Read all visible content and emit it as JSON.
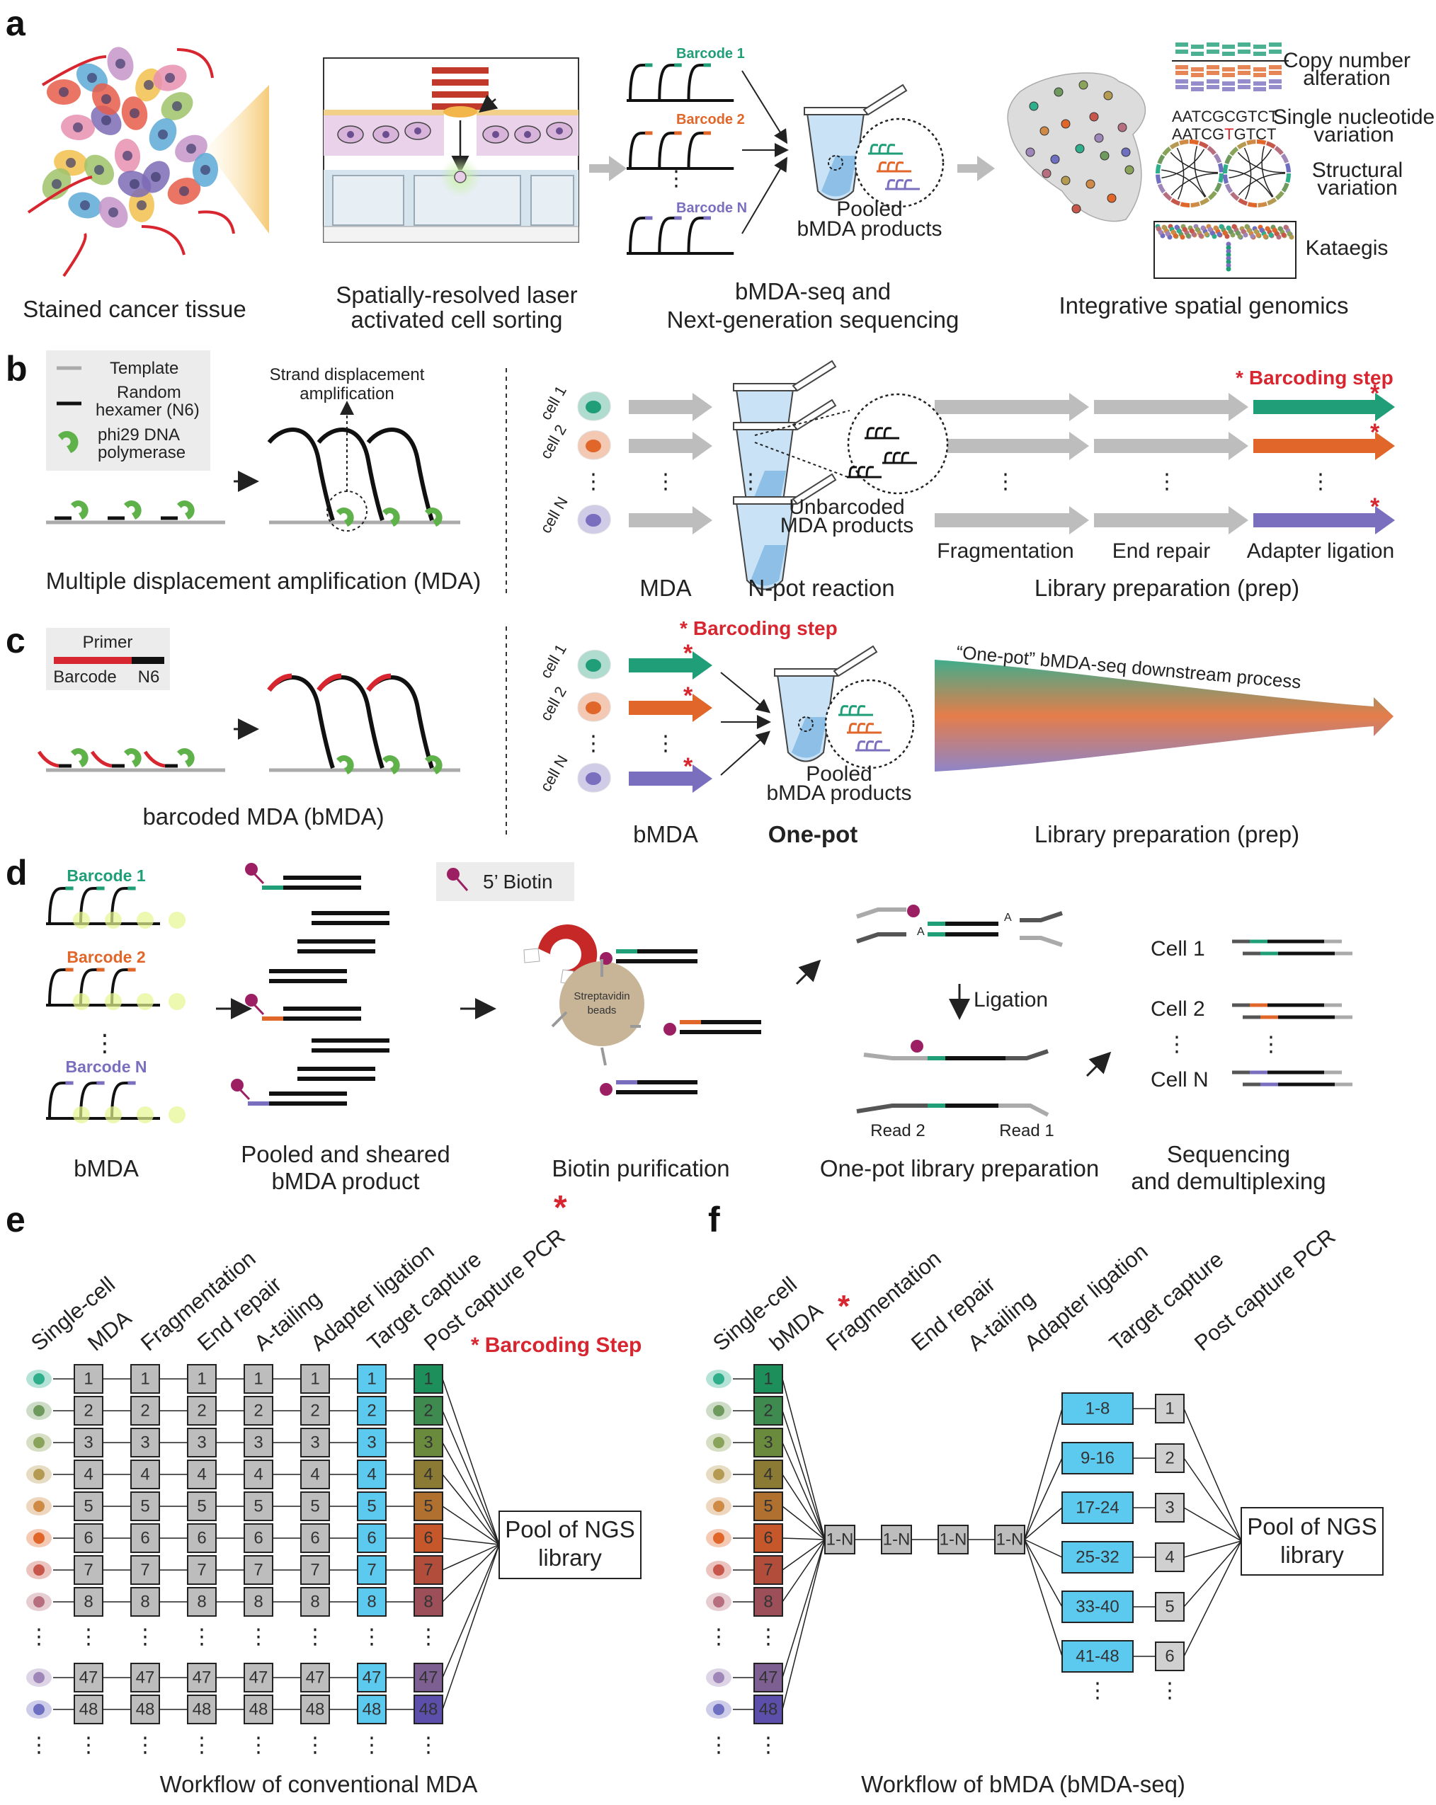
{
  "colors": {
    "green": "#1f9e77",
    "orange": "#e0662a",
    "purple": "#7a6fbf",
    "red": "#d7262f",
    "cyan": "#5cc9ef",
    "grey": "#bdbdbd",
    "biotin": "#9c1f63"
  },
  "panel_a": {
    "letter": "a",
    "tissue_caption": "Stained cancer tissue",
    "lacs_caption_line1": "Spatially-resolved laser",
    "lacs_caption_line2": "activated cell sorting",
    "barcodes": [
      "Barcode 1",
      "Barcode 2",
      "Barcode N"
    ],
    "pooled_line1": "Pooled",
    "pooled_line2": "bMDA products",
    "seq_caption_line1": "bMDA-seq and",
    "seq_caption_line2": "Next-generation sequencing",
    "cna_line1": "Copy number",
    "cna_line2": "alteration",
    "snv_seq1": "AATCGCGTCT",
    "snv_seq2_a": "AATCG",
    "snv_seq2_b": "T",
    "snv_seq2_c": "GTCT",
    "snv_line1": "Single nucleotide",
    "snv_line2": "variation",
    "sv_line1": "Structural",
    "sv_line2": "variation",
    "kataegis": "Kataegis",
    "genomics_caption": "Integrative spatial genomics"
  },
  "panel_b": {
    "letter": "b",
    "legend_template": "Template",
    "legend_random_line1": "Random",
    "legend_random_line2": "hexamer (N6)",
    "legend_phi_line1": "phi29 DNA",
    "legend_phi_line2": "polymerase",
    "sda_line1": "Strand displacement",
    "sda_line2": "amplification",
    "mda_caption": "Multiple displacement amplification (MDA)",
    "cells": [
      "cell 1",
      "cell 2",
      "cell N"
    ],
    "unbarcoded_line1": "Unbarcoded",
    "unbarcoded_line2": "MDA products",
    "barcoding_step": "Barcoding step",
    "asterisk": "*",
    "steps": [
      "Fragmentation",
      "End repair",
      "Adapter ligation"
    ],
    "col_mda": "MDA",
    "col_npot": "N-pot reaction",
    "col_prep": "Library preparation (prep)"
  },
  "panel_c": {
    "letter": "c",
    "primer": "Primer",
    "barcode": "Barcode",
    "n6": "N6",
    "bmda_caption": "barcoded MDA (bMDA)",
    "cells": [
      "cell 1",
      "cell 2",
      "cell N"
    ],
    "barcoding_step": "Barcoding step",
    "asterisk": "*",
    "pooled_line1": "Pooled",
    "pooled_line2": "bMDA products",
    "onepot_process": "“One-pot” bMDA-seq downstream process",
    "col_bmda": "bMDA",
    "col_onepot": "One-pot",
    "col_prep": "Library preparation (prep)"
  },
  "panel_d": {
    "letter": "d",
    "barcodes": [
      "Barcode 1",
      "Barcode 2",
      "Barcode N"
    ],
    "biotin_legend": "5’ Biotin",
    "beads_line1": "Streptavidin",
    "beads_line2": "beads",
    "a_left": "A",
    "a_right": "A",
    "ligation": "Ligation",
    "read2": "Read 2",
    "read1": "Read 1",
    "cells": [
      "Cell 1",
      "Cell 2",
      "Cell N"
    ],
    "cap_bmda": "bMDA",
    "cap_pooled_line1": "Pooled and sheared",
    "cap_pooled_line2": "bMDA product",
    "cap_biotin": "Biotin purification",
    "cap_onepot": "One-pot library preparation",
    "cap_seq_line1": "Sequencing",
    "cap_seq_line2": "and demultiplexing"
  },
  "panel_e": {
    "letter": "e",
    "headers": [
      "Single-cell",
      "MDA",
      "Fragmentation",
      "End repair",
      "A-tailing",
      "Adapter ligation",
      "Target capture",
      "Post capture PCR"
    ],
    "asterisk": "*",
    "barcoding_step": "Barcoding Step",
    "rows": [
      "1",
      "2",
      "3",
      "4",
      "5",
      "6",
      "7",
      "8",
      "47",
      "48"
    ],
    "pool_line1": "Pool of NGS",
    "pool_line2": "library",
    "caption": "Workflow of conventional MDA"
  },
  "panel_f": {
    "letter": "f",
    "headers": [
      "Single-cell",
      "bMDA",
      "Fragmentation",
      "End repair",
      "A-tailing",
      "Adapter ligation",
      "Target capture",
      "Post capture PCR"
    ],
    "asterisk": "*",
    "rows": [
      "1",
      "2",
      "3",
      "4",
      "5",
      "6",
      "7",
      "8",
      "47",
      "48"
    ],
    "pooled_box": "1-N",
    "capture_groups": [
      "1-8",
      "9-16",
      "17-24",
      "25-32",
      "33-40",
      "41-48"
    ],
    "pcr_groups": [
      "1",
      "2",
      "3",
      "4",
      "5",
      "6"
    ],
    "pool_line1": "Pool of NGS",
    "pool_line2": "library",
    "caption": "Workflow of bMDA (bMDA-seq)"
  }
}
